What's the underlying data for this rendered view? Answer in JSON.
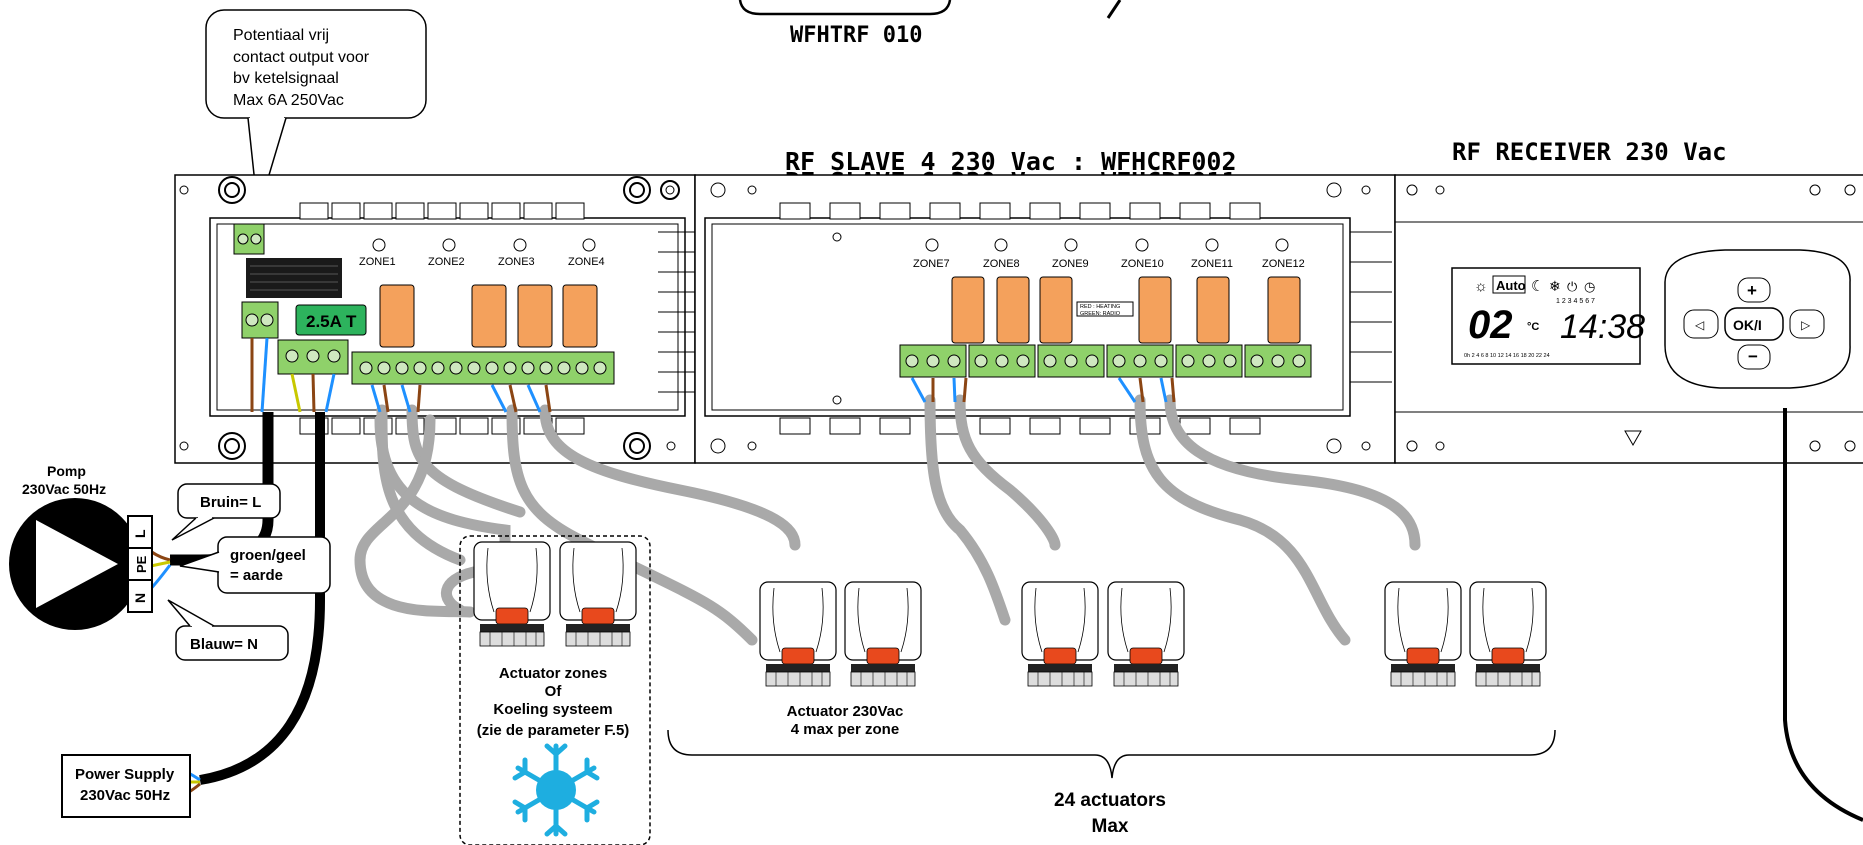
{
  "thermostat_label": "WFHTRF 010",
  "slave_titles": [
    "RF SLAVE 4 230 Vac : WFHCRF002",
    "RF SLAVE 6 230 Vac : WFHCRF011"
  ],
  "receiver_title": "RF RECEIVER 230 Vac",
  "callout_contact": [
    "Potentiaal vrij",
    "contact output voor",
    "bv ketelsignaal",
    "Max 6A 250Vac"
  ],
  "fuse_label": "2.5A T",
  "zones_left": [
    "ZONE1",
    "ZONE2",
    "ZONE3",
    "ZONE4"
  ],
  "zones_right": [
    "ZONE7",
    "ZONE8",
    "ZONE9",
    "ZONE10",
    "ZONE11",
    "ZONE12"
  ],
  "red_green_note": [
    "RED : HEATING",
    "GREEN: RADIO"
  ],
  "pump": {
    "title": "Pomp",
    "voltage": "230Vac 50Hz"
  },
  "terminals": [
    "L",
    "PE",
    "N"
  ],
  "wire_labels": {
    "brown": "Bruin= L",
    "green_yellow": [
      "groen/geel",
      "= aarde"
    ],
    "blue": "Blauw= N"
  },
  "power_supply": [
    "Power Supply",
    "230Vac 50Hz"
  ],
  "actuator_cooling_label": [
    "Actuator zones",
    "Of",
    "Koeling systeem",
    "(zie de parameter F.5)"
  ],
  "actuator_label": [
    "Actuator 230Vac",
    "4 max per zone"
  ],
  "total_label": [
    "24 actuators",
    "Max"
  ],
  "display": {
    "auto": "Auto",
    "digits_left": "02",
    "unit": "°C",
    "time": "14:38",
    "ok": "OK/I",
    "day_numbers": "1 2 3 4 5 6 7",
    "hour_scale": "0h  2  4  6  8  10  12  14  16  18  20  22  24"
  },
  "colors": {
    "relay": "#f4a15c",
    "terminal": "#8fd16a",
    "fuse": "#2db35d",
    "wire_brown": "#8b4513",
    "wire_blue": "#1e90ff",
    "wire_gy": "#c8c800",
    "cable_grey": "#a9a9a9",
    "actuator_red": "#e8491d",
    "snowflake": "#1eaee0"
  }
}
